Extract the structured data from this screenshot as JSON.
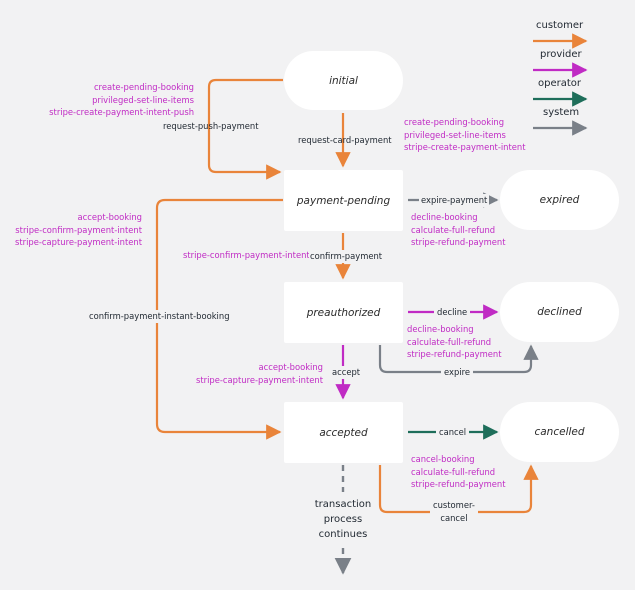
{
  "colors": {
    "customer": "#e9843a",
    "provider": "#c02bc4",
    "operator": "#1e6e5a",
    "system": "#7a8088",
    "background": "#f2f2f3"
  },
  "legend": [
    {
      "label": "customer",
      "color": "#e9843a"
    },
    {
      "label": "provider",
      "color": "#c02bc4"
    },
    {
      "label": "operator",
      "color": "#1e6e5a"
    },
    {
      "label": "system",
      "color": "#7a8088"
    }
  ],
  "states": {
    "initial": "initial",
    "payment_pending": "payment-pending",
    "expired": "expired",
    "preauthorized": "preauthorized",
    "declined": "declined",
    "accepted": "accepted",
    "cancelled": "cancelled"
  },
  "transitions": {
    "request_push_payment": "request-push-payment",
    "request_card_payment": "request-card-payment",
    "expire_payment": "expire-payment",
    "confirm_payment": "confirm-payment",
    "confirm_payment_instant_booking": "confirm-payment-instant-booking",
    "decline": "decline",
    "expire": "expire",
    "accept": "accept",
    "cancel": "cancel",
    "customer_cancel": [
      "customer-",
      "cancel"
    ]
  },
  "actions": {
    "push_payment": [
      "create-pending-booking",
      "privileged-set-line-items",
      "stripe-create-payment-intent-push"
    ],
    "card_payment": [
      "create-pending-booking",
      "privileged-set-line-items",
      "stripe-create-payment-intent"
    ],
    "instant_booking": [
      "accept-booking",
      "stripe-confirm-payment-intent",
      "stripe-capture-payment-intent"
    ],
    "expire_payment": [
      "decline-booking",
      "calculate-full-refund",
      "stripe-refund-payment"
    ],
    "confirm_payment": [
      "stripe-confirm-payment-intent"
    ],
    "decline": [
      "decline-booking",
      "calculate-full-refund",
      "stripe-refund-payment"
    ],
    "accept": [
      "accept-booking",
      "stripe-capture-payment-intent"
    ],
    "cancel": [
      "cancel-booking",
      "calculate-full-refund",
      "stripe-refund-payment"
    ]
  },
  "continuation": [
    "transaction",
    "process",
    "continues"
  ]
}
